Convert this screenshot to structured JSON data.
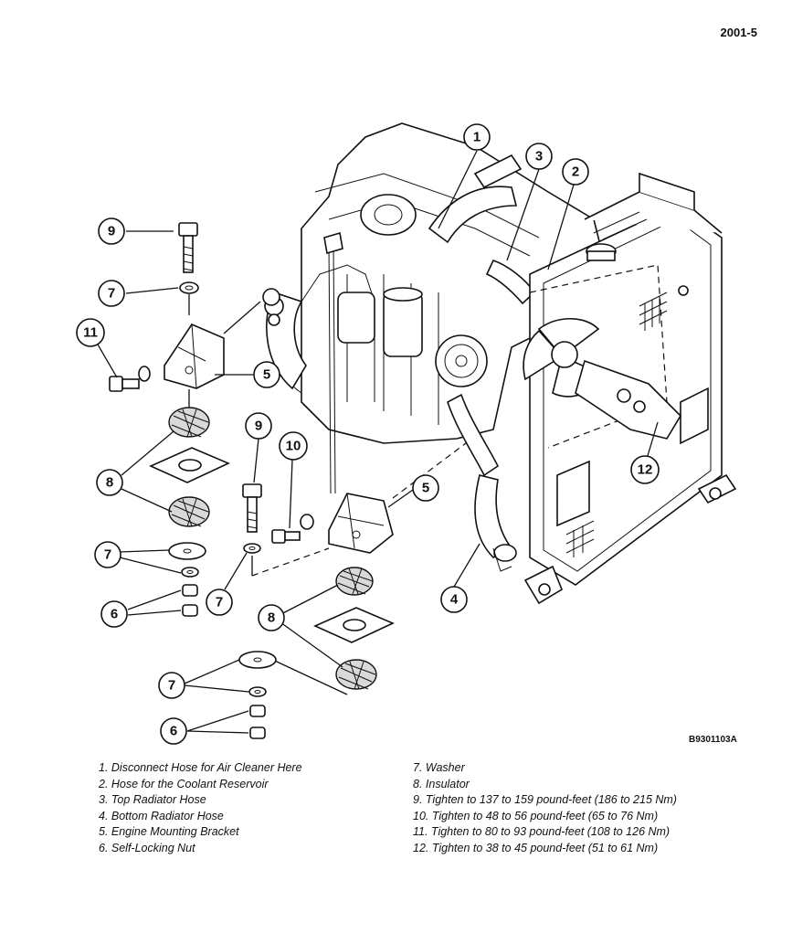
{
  "page_number": "2001-5",
  "figure_code": "B9301103A",
  "callouts": {
    "c1": "1",
    "c2": "2",
    "c3": "3",
    "c4": "4",
    "c5a": "5",
    "c5b": "5",
    "c6a": "6",
    "c6b": "6",
    "c7a": "7",
    "c7b": "7",
    "c7c": "7",
    "c7d": "7",
    "c8a": "8",
    "c8b": "8",
    "c9a": "9",
    "c9b": "9",
    "c10": "10",
    "c11": "11",
    "c12": "12"
  },
  "legend": {
    "left": [
      "1. Disconnect Hose for Air Cleaner Here",
      "2. Hose for the Coolant Reservoir",
      "3. Top Radiator Hose",
      "4. Bottom Radiator Hose",
      "5. Engine Mounting Bracket",
      "6. Self-Locking Nut"
    ],
    "right": [
      "7. Washer",
      "8. Insulator",
      "9. Tighten to 137 to 159 pound-feet (186 to 215 Nm)",
      "10. Tighten to 48 to 56 pound-feet (65 to 76 Nm)",
      "11. Tighten to 80 to 93 pound-feet (108 to 126 Nm)",
      "12. Tighten to 38 to 45 pound-feet (51 to 61 Nm)"
    ]
  }
}
